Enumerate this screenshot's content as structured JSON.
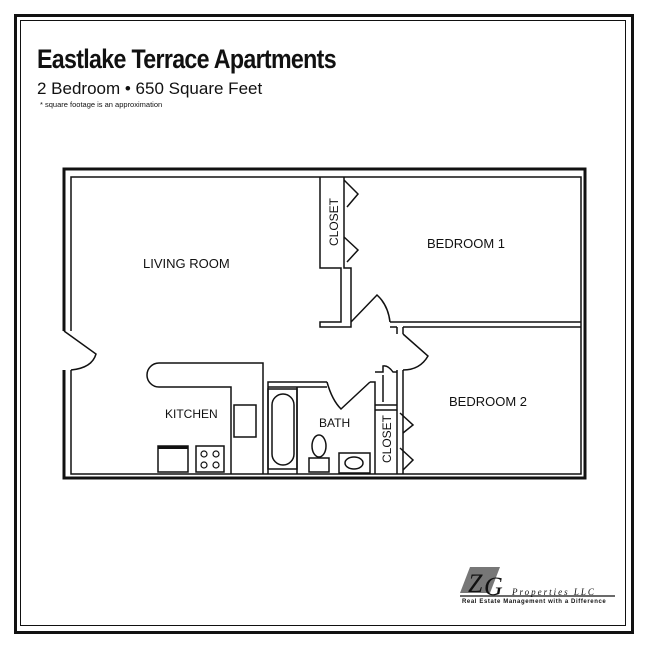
{
  "header": {
    "title": "Eastlake Terrace Apartments",
    "subtitle": "2 Bedroom • 650 Square Feet",
    "note": "* square footage is an approximation"
  },
  "rooms": {
    "living_room": "LIVING ROOM",
    "bedroom1": "BEDROOM 1",
    "bedroom2": "BEDROOM 2",
    "kitchen": "KITCHEN",
    "bath": "BATH",
    "closet1": "CLOSET",
    "closet2": "CLOSET"
  },
  "logo": {
    "mark": "ZG",
    "name": "Properties LLC",
    "tagline": "Real Estate Management with a Difference"
  }
}
